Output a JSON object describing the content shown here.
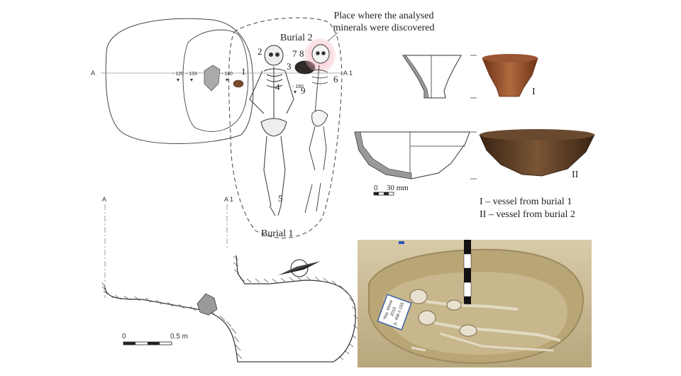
{
  "annotation": {
    "line1": "Place where the analysed",
    "line2": "minerals were discovered"
  },
  "burials": {
    "burial2": "Burial 2",
    "burial1": "Burial 1"
  },
  "plan": {
    "section_a": "A",
    "section_a1": "A 1",
    "depths": [
      "- 120",
      "- 133",
      "- 140",
      "- 180"
    ],
    "find_numbers": [
      "1",
      "2",
      "3",
      "4",
      "5",
      "6",
      "7",
      "8",
      "9"
    ]
  },
  "profile": {
    "section_a": "A",
    "section_a1": "A 1",
    "scale_start": "0",
    "scale_end": "0.5 m"
  },
  "vessels": {
    "vessel1_numeral": "I",
    "vessel2_numeral": "II",
    "scale_start": "0",
    "scale_end": "30 mm",
    "legend1": "I – vessel from burial 1",
    "legend2": "II – vessel from burial 2"
  },
  "photo": {
    "sign_lines": [
      "Чер. Мене",
      "2019",
      "р. 458 п.155"
    ]
  },
  "colors": {
    "highlight": "#f4b8c0",
    "pottery_brown": "#8b4a2b",
    "bowl_dark": "#5c3b22",
    "soil": "#c9b891"
  }
}
